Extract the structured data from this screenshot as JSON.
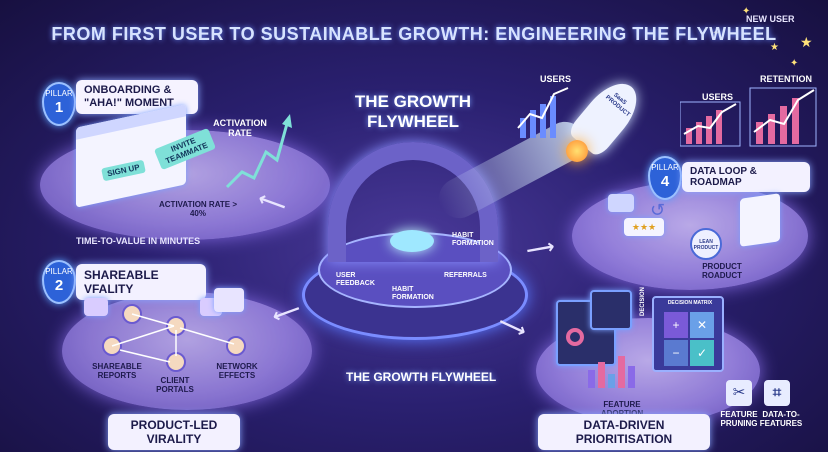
{
  "title": "FROM FIRST USER TO SUSTAINABLE GROWTH: ENGINEERING THE FLYWHEEL",
  "center": {
    "heading": "THE GROWTH FLYWHEEL",
    "base_label": "THE GROWTH FLYWHEEL",
    "inner_labels": {
      "habit_formation_top": "HABIT FORMATION",
      "user_feedback": "USER FEEDBACK",
      "referrals": "REFERRALS",
      "habit_formation_bottom": "HABIT FORMATION"
    }
  },
  "top_right": {
    "new_user": "NEW USER",
    "users_left": "USERS",
    "users_right": "USERS",
    "retention": "RETENTION",
    "rocket_badge": "SaaS PRODUCT"
  },
  "pillar1": {
    "pillar_word": "PILLAR",
    "number": "1",
    "title": "ONBOARDING & \"AHA!\" MOMENT",
    "invite_button": "INVITE TEAMMATE",
    "signup_button": "SIGN UP",
    "activation_rate": "ACTIVATION RATE",
    "activation_target": "ACTIVATION RATE > 40%",
    "time_to_value": "TIME-TO-VALUE IN MINUTES"
  },
  "pillar2": {
    "pillar_word": "PILLAR",
    "number": "2",
    "title": "SHAREABLE VFALITY",
    "shareable_reports": "SHAREABLE REPORTS",
    "client_portals": "CLIENT PORTALS",
    "network_effects": "NETWORK EFFECTS",
    "footer": "PRODUCT-LED VIRALITY"
  },
  "pillar4": {
    "pillar_word": "PILLAR",
    "number": "4",
    "title": "DATA LOOP & ROADMAP",
    "lean_product": "LEAN PRODUCT",
    "product_roadmap": "PRODUCT ROADUCT"
  },
  "pillar3": {
    "decision_matrix": "DECISION MATRIX",
    "decision": "DECISION",
    "feature_adoption": "FEATURE ADOPTION",
    "feature_pruning": "FEATURE PRUNING",
    "data_to_features": "DATA-TO- FEATURES",
    "footer": "DATA-DRIVEN PRIORITISATION"
  },
  "colors": {
    "background": "#2a2070",
    "accent": "#5aa0ff",
    "platform": "#9c86e4",
    "chart_line": "#7fe0d8"
  }
}
